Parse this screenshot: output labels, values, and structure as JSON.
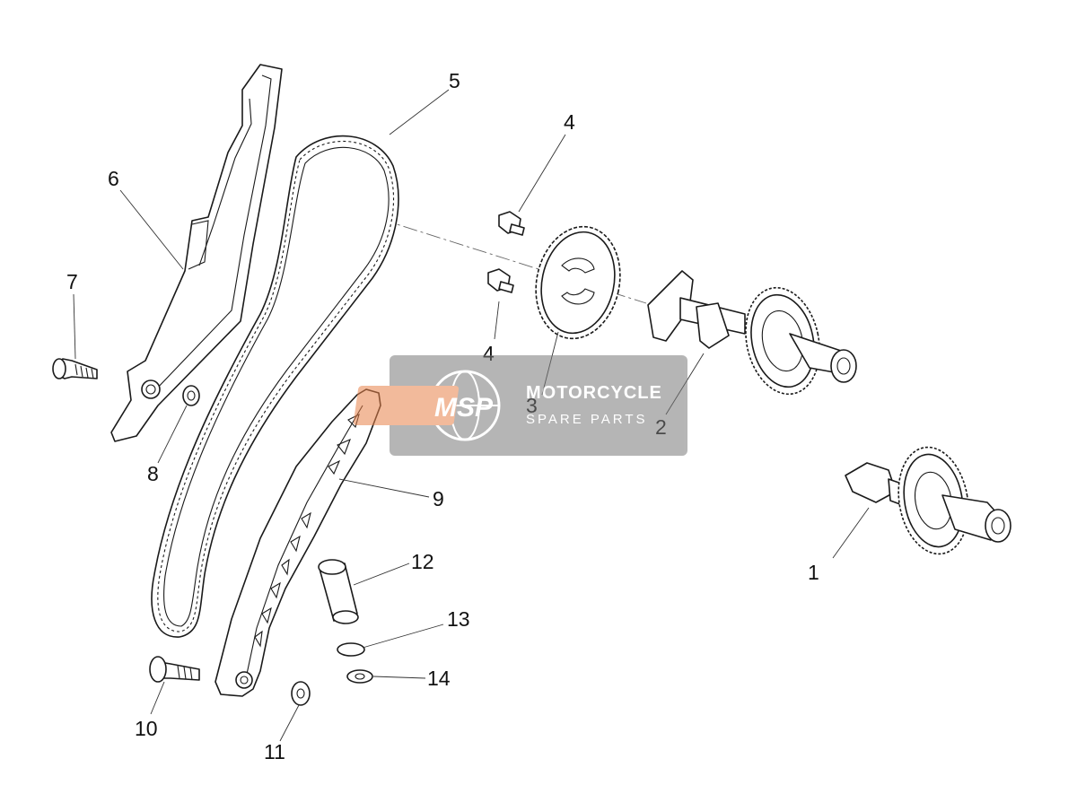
{
  "callouts": [
    {
      "id": "part-1",
      "label": "1"
    },
    {
      "id": "part-2",
      "label": "2"
    },
    {
      "id": "part-3",
      "label": "3"
    },
    {
      "id": "part-4a",
      "label": "4"
    },
    {
      "id": "part-4b",
      "label": "4"
    },
    {
      "id": "part-5",
      "label": "5"
    },
    {
      "id": "part-6",
      "label": "6"
    },
    {
      "id": "part-7",
      "label": "7"
    },
    {
      "id": "part-8",
      "label": "8"
    },
    {
      "id": "part-9",
      "label": "9"
    },
    {
      "id": "part-10",
      "label": "10"
    },
    {
      "id": "part-11",
      "label": "11"
    },
    {
      "id": "part-12",
      "label": "12"
    },
    {
      "id": "part-13",
      "label": "13"
    },
    {
      "id": "part-14",
      "label": "14"
    }
  ],
  "watermark": {
    "logo_text": "MSP",
    "line1": "MOTORCYCLE",
    "line2": "SPARE PARTS",
    "colors": {
      "box": "#7a7a7a",
      "logo": "#e8824a"
    }
  }
}
